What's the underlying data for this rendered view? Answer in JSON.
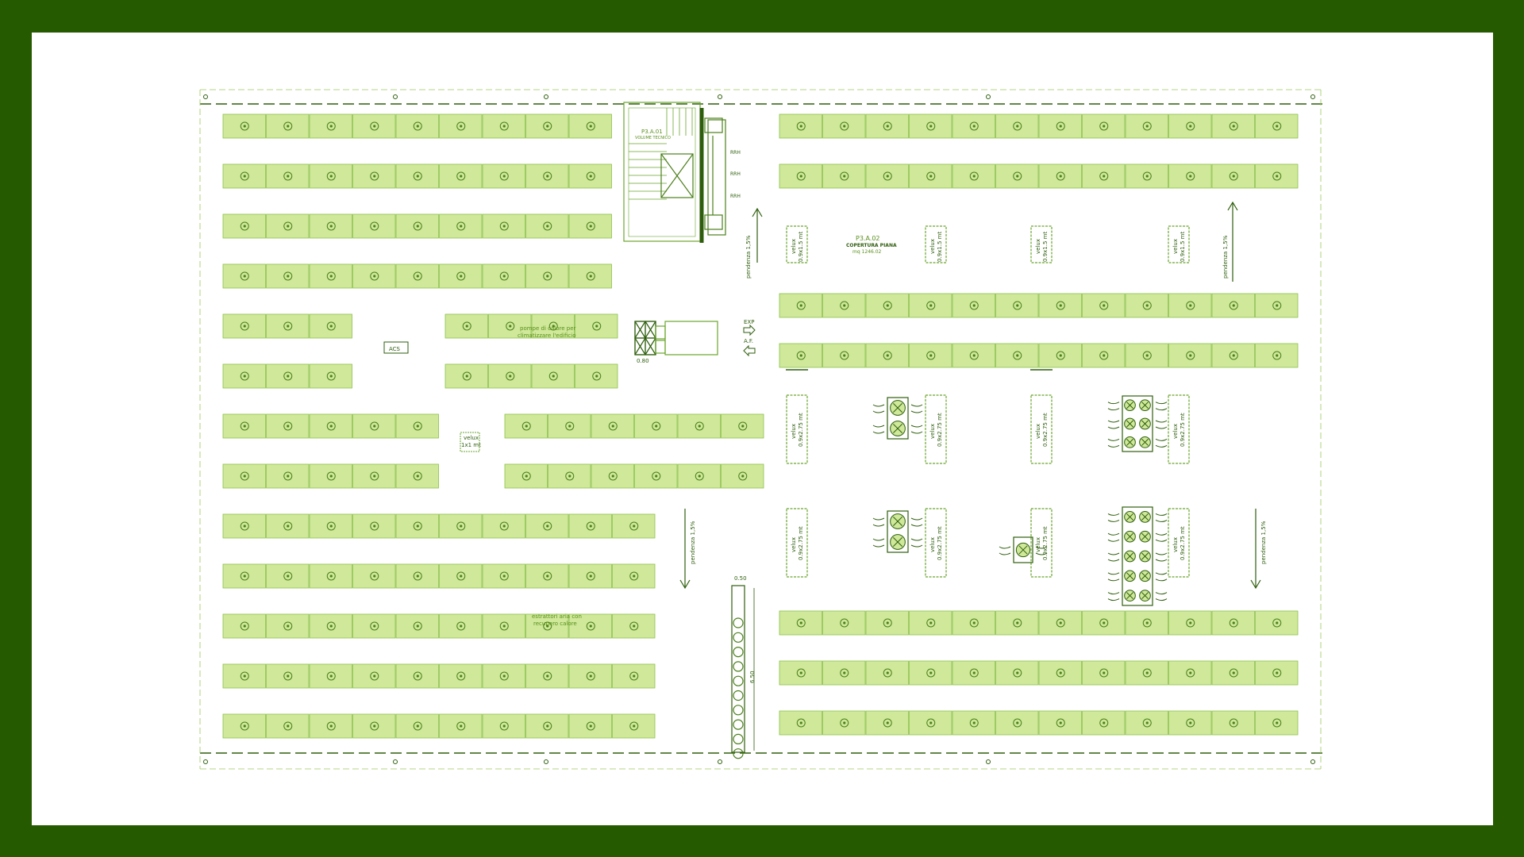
{
  "colors": {
    "frame": "#255a00",
    "paper": "#ffffff",
    "panel_fill": "#cfe89a",
    "panel_stroke": "#8cc04a",
    "line_dark": "#2e5e0c",
    "line_light": "#9cc95c"
  },
  "labels": {
    "room1_code": "P3.A.01",
    "room1_name": "VOLUME TECNICO",
    "room2_code": "P3.A.02",
    "room2_name": "COPERTURA PIANA",
    "room2_area": "mq 1246.02",
    "acs": "ACS",
    "heat_pump_note_1": "pompe di calore per",
    "heat_pump_note_2": "climatizzare l'edificio",
    "extractor_note_1": "estrattori aria con",
    "extractor_note_2": "recupero calore",
    "velux_small": "velux",
    "velux_small_dim": "1x1 mt",
    "velux": "velux",
    "velux_dim_a": "0.9x1.5 mt",
    "velux_dim_b": "0.9x2.75 mt",
    "slope": "pendenza 1,5%",
    "exp": "EXP",
    "af": "A.F.",
    "dim_080": "0.80",
    "dim_050": "0.50",
    "dim_650": "6.50",
    "stair_mark_1": "RRH",
    "stair_mark_2": "RRH",
    "stair_mark_3": "RRH"
  },
  "panel_rows": {
    "left": [
      {
        "segments": [
          9
        ]
      },
      {
        "segments": [
          9
        ]
      },
      {
        "segments": [
          9
        ]
      },
      {
        "segments": [
          9
        ]
      },
      {
        "segments": [
          3,
          4
        ]
      },
      {
        "segments": [
          3,
          4
        ]
      },
      {
        "segments": [
          5,
          6
        ]
      },
      {
        "segments": [
          5,
          6
        ]
      },
      {
        "segments": [
          10
        ]
      },
      {
        "segments": [
          10
        ]
      },
      {
        "segments": [
          10
        ]
      },
      {
        "segments": [
          10
        ]
      },
      {
        "segments": [
          10
        ]
      }
    ],
    "right_count": 12,
    "right_rows": 7
  }
}
